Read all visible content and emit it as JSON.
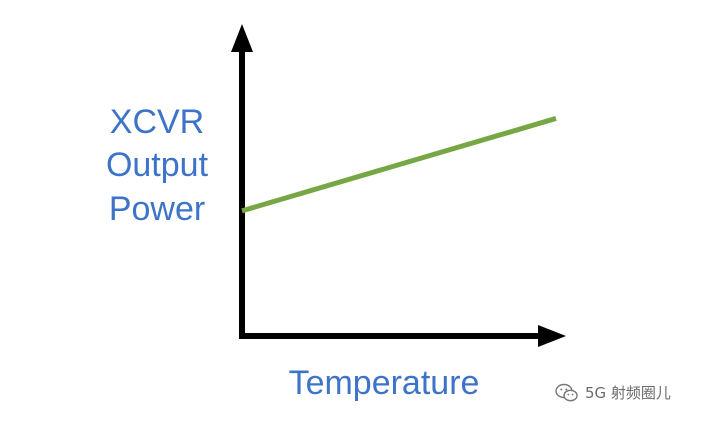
{
  "colors": {
    "axis": "#000000",
    "label": "#3d74c9",
    "series": "#77a744",
    "watermark": "#6b6b6b"
  },
  "watermark": {
    "text": "5G 射频圈儿",
    "icon": "wechat-icon"
  },
  "chart_data": {
    "type": "line",
    "title": "",
    "ylabel_lines": [
      "XCVR",
      "Output",
      "Power"
    ],
    "xlabel": "Temperature",
    "grid": false,
    "legend": "none",
    "xlim": [
      0,
      1
    ],
    "ylim": [
      0,
      1
    ],
    "series": [
      {
        "x": [
          0,
          1
        ],
        "values": [
          0.42,
          0.73
        ]
      }
    ]
  }
}
